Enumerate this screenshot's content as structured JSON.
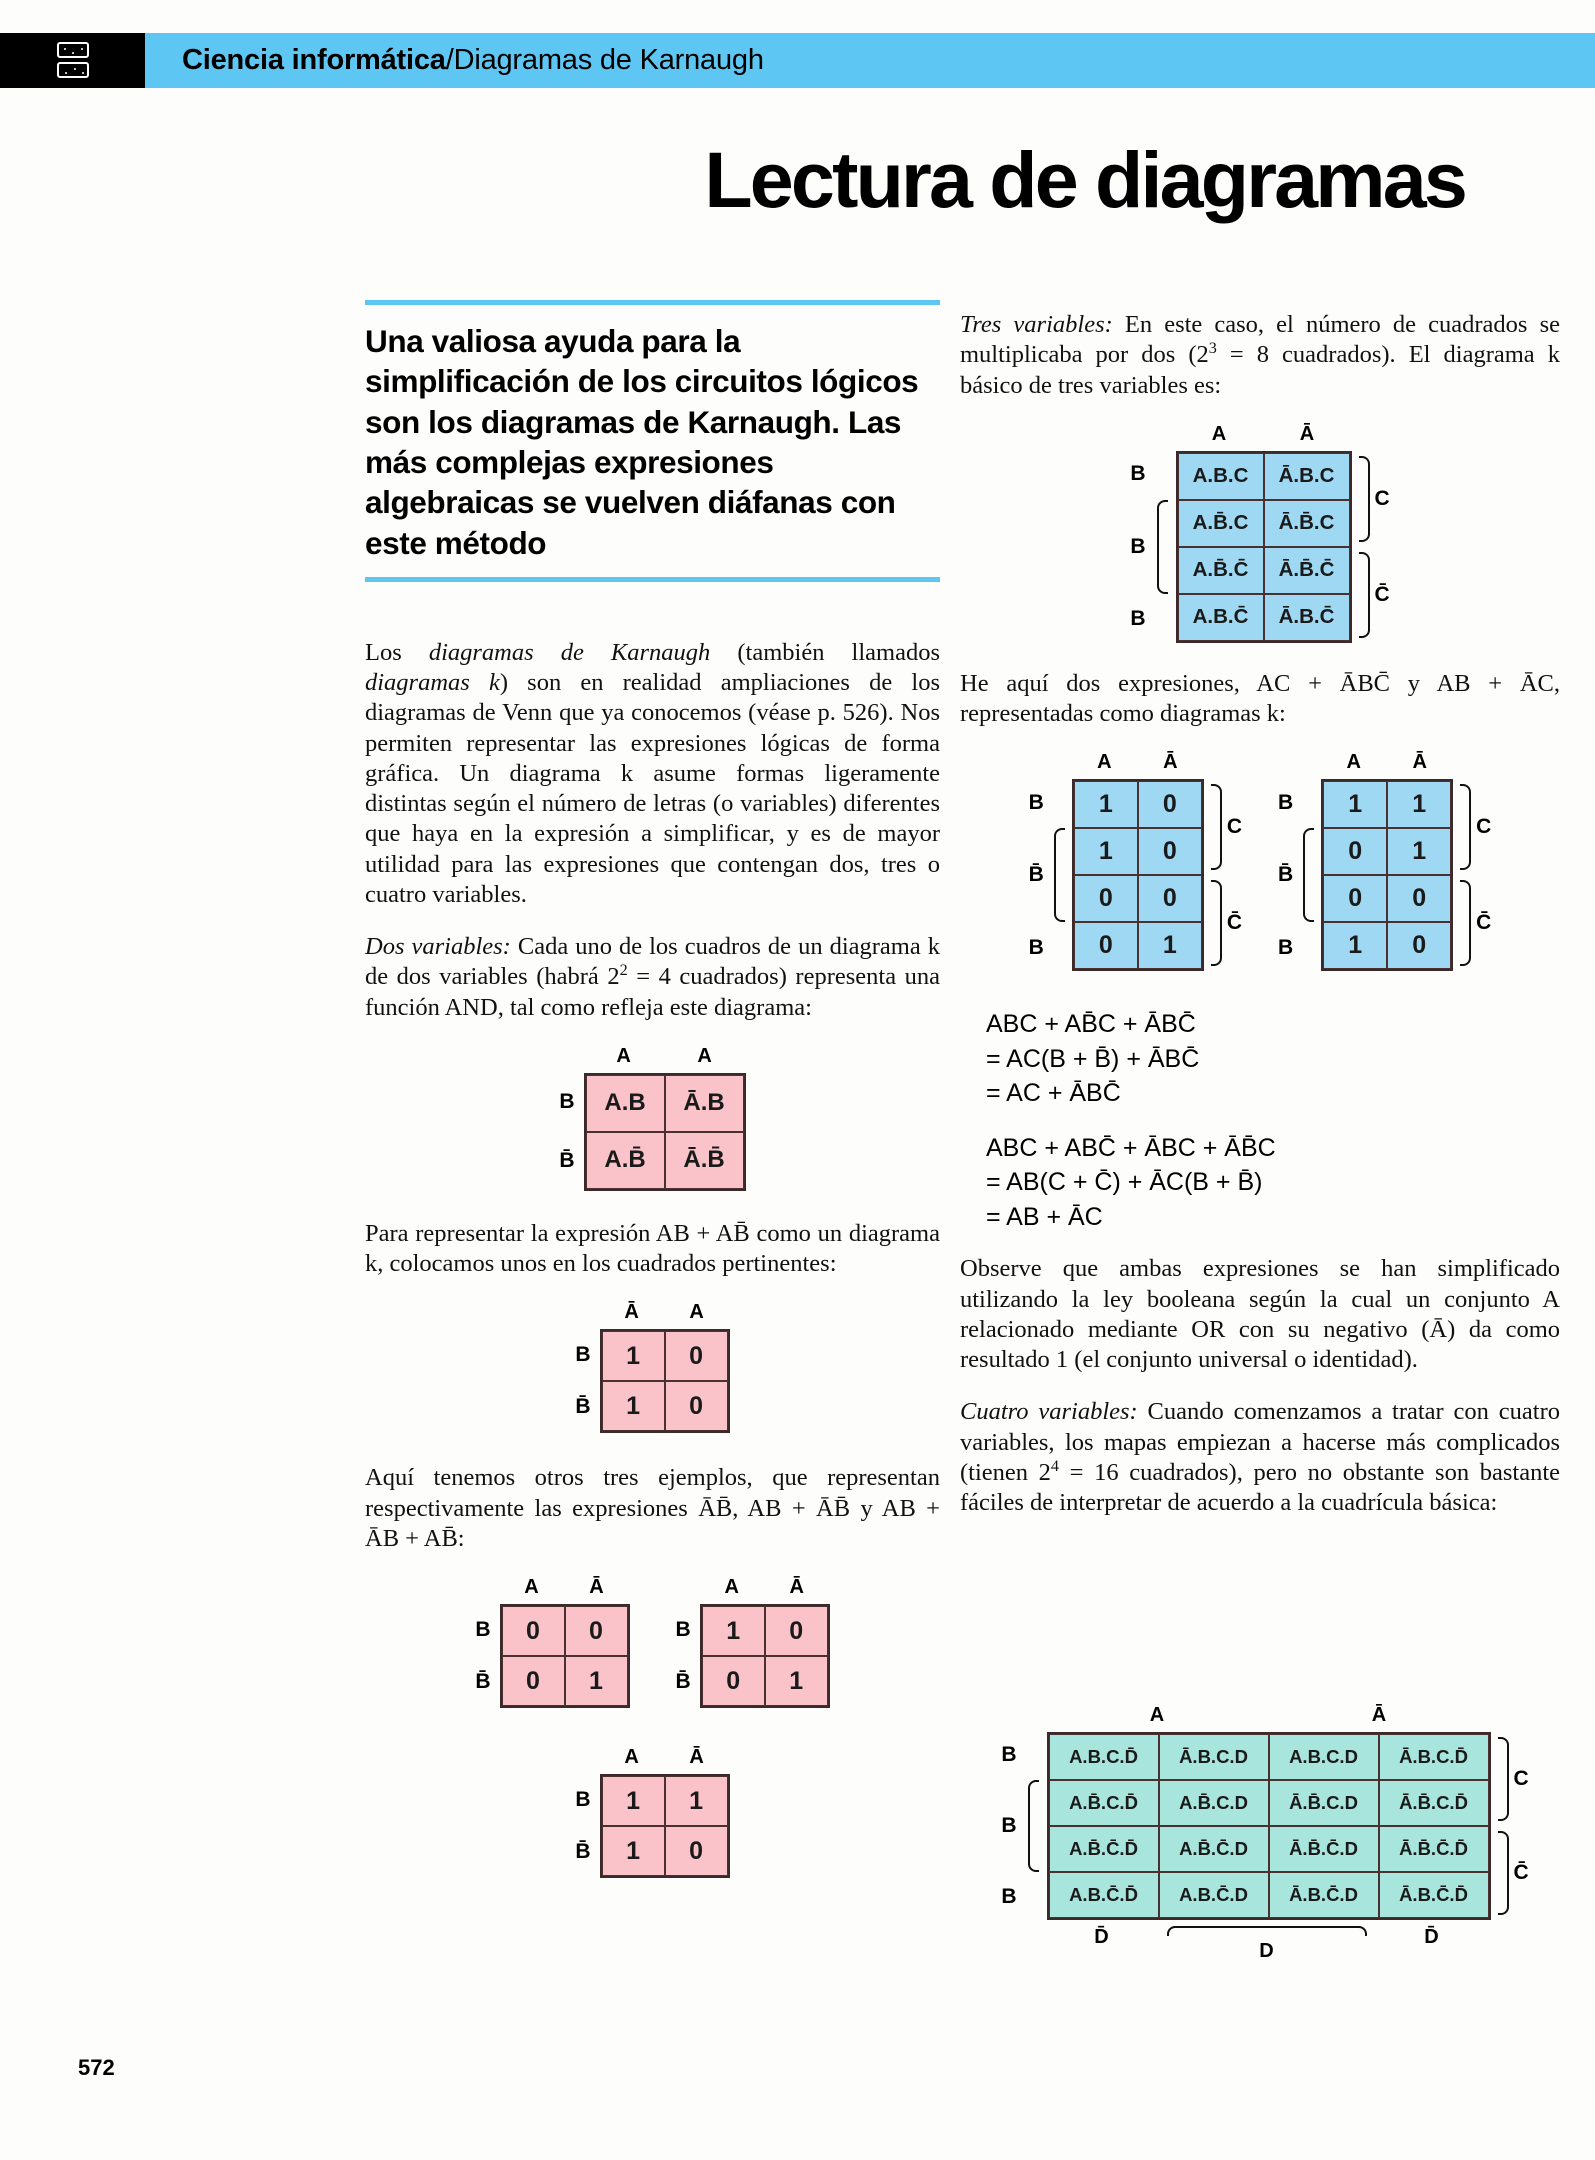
{
  "header": {
    "category": "Ciencia informática",
    "separator": "/",
    "subject": "Diagramas de Karnaugh",
    "icon": "chip-icon",
    "bar_color": "#5ec6f2"
  },
  "headline": "Lectura de diagramas",
  "standfirst": "Una valiosa ayuda para la simplificación de los circuitos lógicos son los diagramas de Karnaugh. Las más complejas expresiones algebraicas se vuelven diáfanas con este método",
  "left_column": {
    "p1_prefix": "Los ",
    "p1_italic1": "diagramas de Karnaugh",
    "p1_mid": " (también llamados ",
    "p1_italic2": "diagramas k",
    "p1_rest": ") son en realidad ampliaciones de los diagramas de Venn que ya conocemos (véase p. 526). Nos permiten representar las expresiones lógicas de forma gráfica. Un diagrama k asume formas ligeramente distintas según el número de letras (o variables) diferentes que haya en la expresión a simplificar, y es de mayor utilidad para las expresiones que contengan dos, tres o cuatro variables.",
    "p2_lead": "Dos variables:",
    "p2_a": " Cada uno de los cuadros de un diagrama k de dos variables (habrá 2",
    "p2_sup": "2",
    "p2_b": " = 4 cuadrados) representa una función AND, tal como refleja este diagrama:",
    "p3": "Para representar la expresión AB + AB̄ como un diagrama k, colocamos unos en los cuadrados pertinentes:",
    "p4": "Aquí tenemos otros tres ejemplos, que representan respectivamente las expresiones ĀB̄, AB + ĀB̄ y AB + ĀB + AB̄:"
  },
  "right_column": {
    "p1_lead": "Tres variables:",
    "p1_a": " En este caso, el número de cuadrados se multiplicaba por dos (2",
    "p1_sup": "3",
    "p1_b": " = 8 cuadrados). El diagrama k básico de tres variables es:",
    "p2": "He aquí dos expresiones, AC + ĀBC̄ y AB + ĀC, representadas como diagramas k:",
    "eq_block_1": [
      "ABC + AB̄C + ĀBC̄",
      "= AC(B + B̄) + ĀBC̄",
      "= AC + ĀBC̄"
    ],
    "eq_block_2": [
      "ABC + ABC̄ + ĀBC + ĀB̄C",
      "= AB(C + C̄) + ĀC(B + B̄)",
      "= AB + ĀC"
    ],
    "p3": "Observe que ambas expresiones se han simplificado utilizando la ley booleana según la cual un conjunto A relacionado mediante OR con su negativo (Ā) da como resultado 1 (el conjunto universal o identidad).",
    "p4_lead": "Cuatro variables:",
    "p4_a": " Cuando comenzamos a tratar con cuatro variables, los mapas empiezan a hacerse más complicados (tienen 2",
    "p4_sup": "4",
    "p4_b": " = 16 cuadrados), pero no obstante son bastante fáciles de interpretar de acuerdo a la cuadrícula básica:"
  },
  "diagrams": {
    "d1_two_var_and": {
      "name": "diagrama-k-dos-variables-and",
      "color": "#f9c3c9",
      "col_headers": [
        "A",
        "A"
      ],
      "row_labels": [
        "B",
        "B̄"
      ],
      "cells": [
        [
          "A.B",
          "Ā.B"
        ],
        [
          "A.B̄",
          "Ā.B̄"
        ]
      ]
    },
    "d2_two_var_ones": {
      "name": "diagrama-k-AB-mas-ABbar",
      "color": "#f9c3c9",
      "col_headers": [
        "Ā",
        "A"
      ],
      "row_labels": [
        "B",
        "B̄"
      ],
      "cells": [
        [
          "1",
          "0"
        ],
        [
          "1",
          "0"
        ]
      ]
    },
    "d3_example_left": {
      "name": "diagrama-k-ejemplo-1",
      "color": "#f9c3c9",
      "col_headers": [
        "A",
        "Ā"
      ],
      "row_labels": [
        "B",
        "B̄"
      ],
      "cells": [
        [
          "0",
          "0"
        ],
        [
          "0",
          "1"
        ]
      ]
    },
    "d4_example_right": {
      "name": "diagrama-k-ejemplo-2",
      "color": "#f9c3c9",
      "col_headers": [
        "A",
        "Ā"
      ],
      "row_labels": [
        "B",
        "B̄"
      ],
      "cells": [
        [
          "1",
          "0"
        ],
        [
          "0",
          "1"
        ]
      ]
    },
    "d5_example_bottom": {
      "name": "diagrama-k-ejemplo-3",
      "color": "#f9c3c9",
      "col_headers": [
        "A",
        "Ā"
      ],
      "row_labels": [
        "B",
        "B̄"
      ],
      "cells": [
        [
          "1",
          "1"
        ],
        [
          "1",
          "0"
        ]
      ]
    },
    "d6_three_var_basic": {
      "name": "diagrama-k-tres-variables-basico",
      "color": "#9fd8f2",
      "col_headers": [
        "A",
        "Ā"
      ],
      "row_labels": [
        "B",
        "B",
        "B"
      ],
      "side_labels": [
        "C",
        "C̄"
      ],
      "cells": [
        [
          "A.B.C",
          "Ā.B.C"
        ],
        [
          "A.B̄.C",
          "Ā.B̄.C"
        ],
        [
          "A.B̄.C̄",
          "Ā.B̄.C̄"
        ],
        [
          "A.B.C̄",
          "Ā.B.C̄"
        ]
      ]
    },
    "d7_three_var_left": {
      "name": "diagrama-k-tres-variables-AC",
      "color": "#9fd8f2",
      "col_headers": [
        "A",
        "Ā"
      ],
      "row_labels": [
        "B",
        "B̄",
        "B"
      ],
      "side_labels": [
        "C",
        "C̄"
      ],
      "cells": [
        [
          "1",
          "0"
        ],
        [
          "1",
          "0"
        ],
        [
          "0",
          "0"
        ],
        [
          "0",
          "1"
        ]
      ]
    },
    "d8_three_var_right": {
      "name": "diagrama-k-tres-variables-AB",
      "color": "#9fd8f2",
      "col_headers": [
        "A",
        "Ā"
      ],
      "row_labels": [
        "B",
        "B̄",
        "B"
      ],
      "side_labels": [
        "C",
        "C̄"
      ],
      "cells": [
        [
          "1",
          "1"
        ],
        [
          "0",
          "1"
        ],
        [
          "0",
          "0"
        ],
        [
          "1",
          "0"
        ]
      ]
    },
    "d9_four_var": {
      "name": "diagrama-k-cuatro-variables",
      "color": "#a8e5dd",
      "col_headers": [
        "A",
        "Ā"
      ],
      "row_labels": [
        "B",
        "B",
        "B"
      ],
      "side_labels": [
        "C",
        "C̄"
      ],
      "bottom_labels": [
        "D̄",
        "D",
        "D̄"
      ],
      "cells": [
        [
          "A.B.C.D̄",
          "Ā.B.C.D",
          "A.B.C.D",
          "Ā.B.C.D̄"
        ],
        [
          "A.B̄.C.D̄",
          "A.B̄.C.D",
          "Ā.B̄.C.D",
          "Ā.B̄.C.D̄"
        ],
        [
          "A.B̄.C̄.D̄",
          "A.B̄.C̄.D",
          "Ā.B̄.C̄.D",
          "Ā.B̄.C̄.D̄"
        ],
        [
          "A.B.C̄.D̄",
          "A.B.C̄.D",
          "Ā.B.C̄.D",
          "Ā.B.C̄.D̄"
        ]
      ]
    }
  },
  "page_number": "572"
}
